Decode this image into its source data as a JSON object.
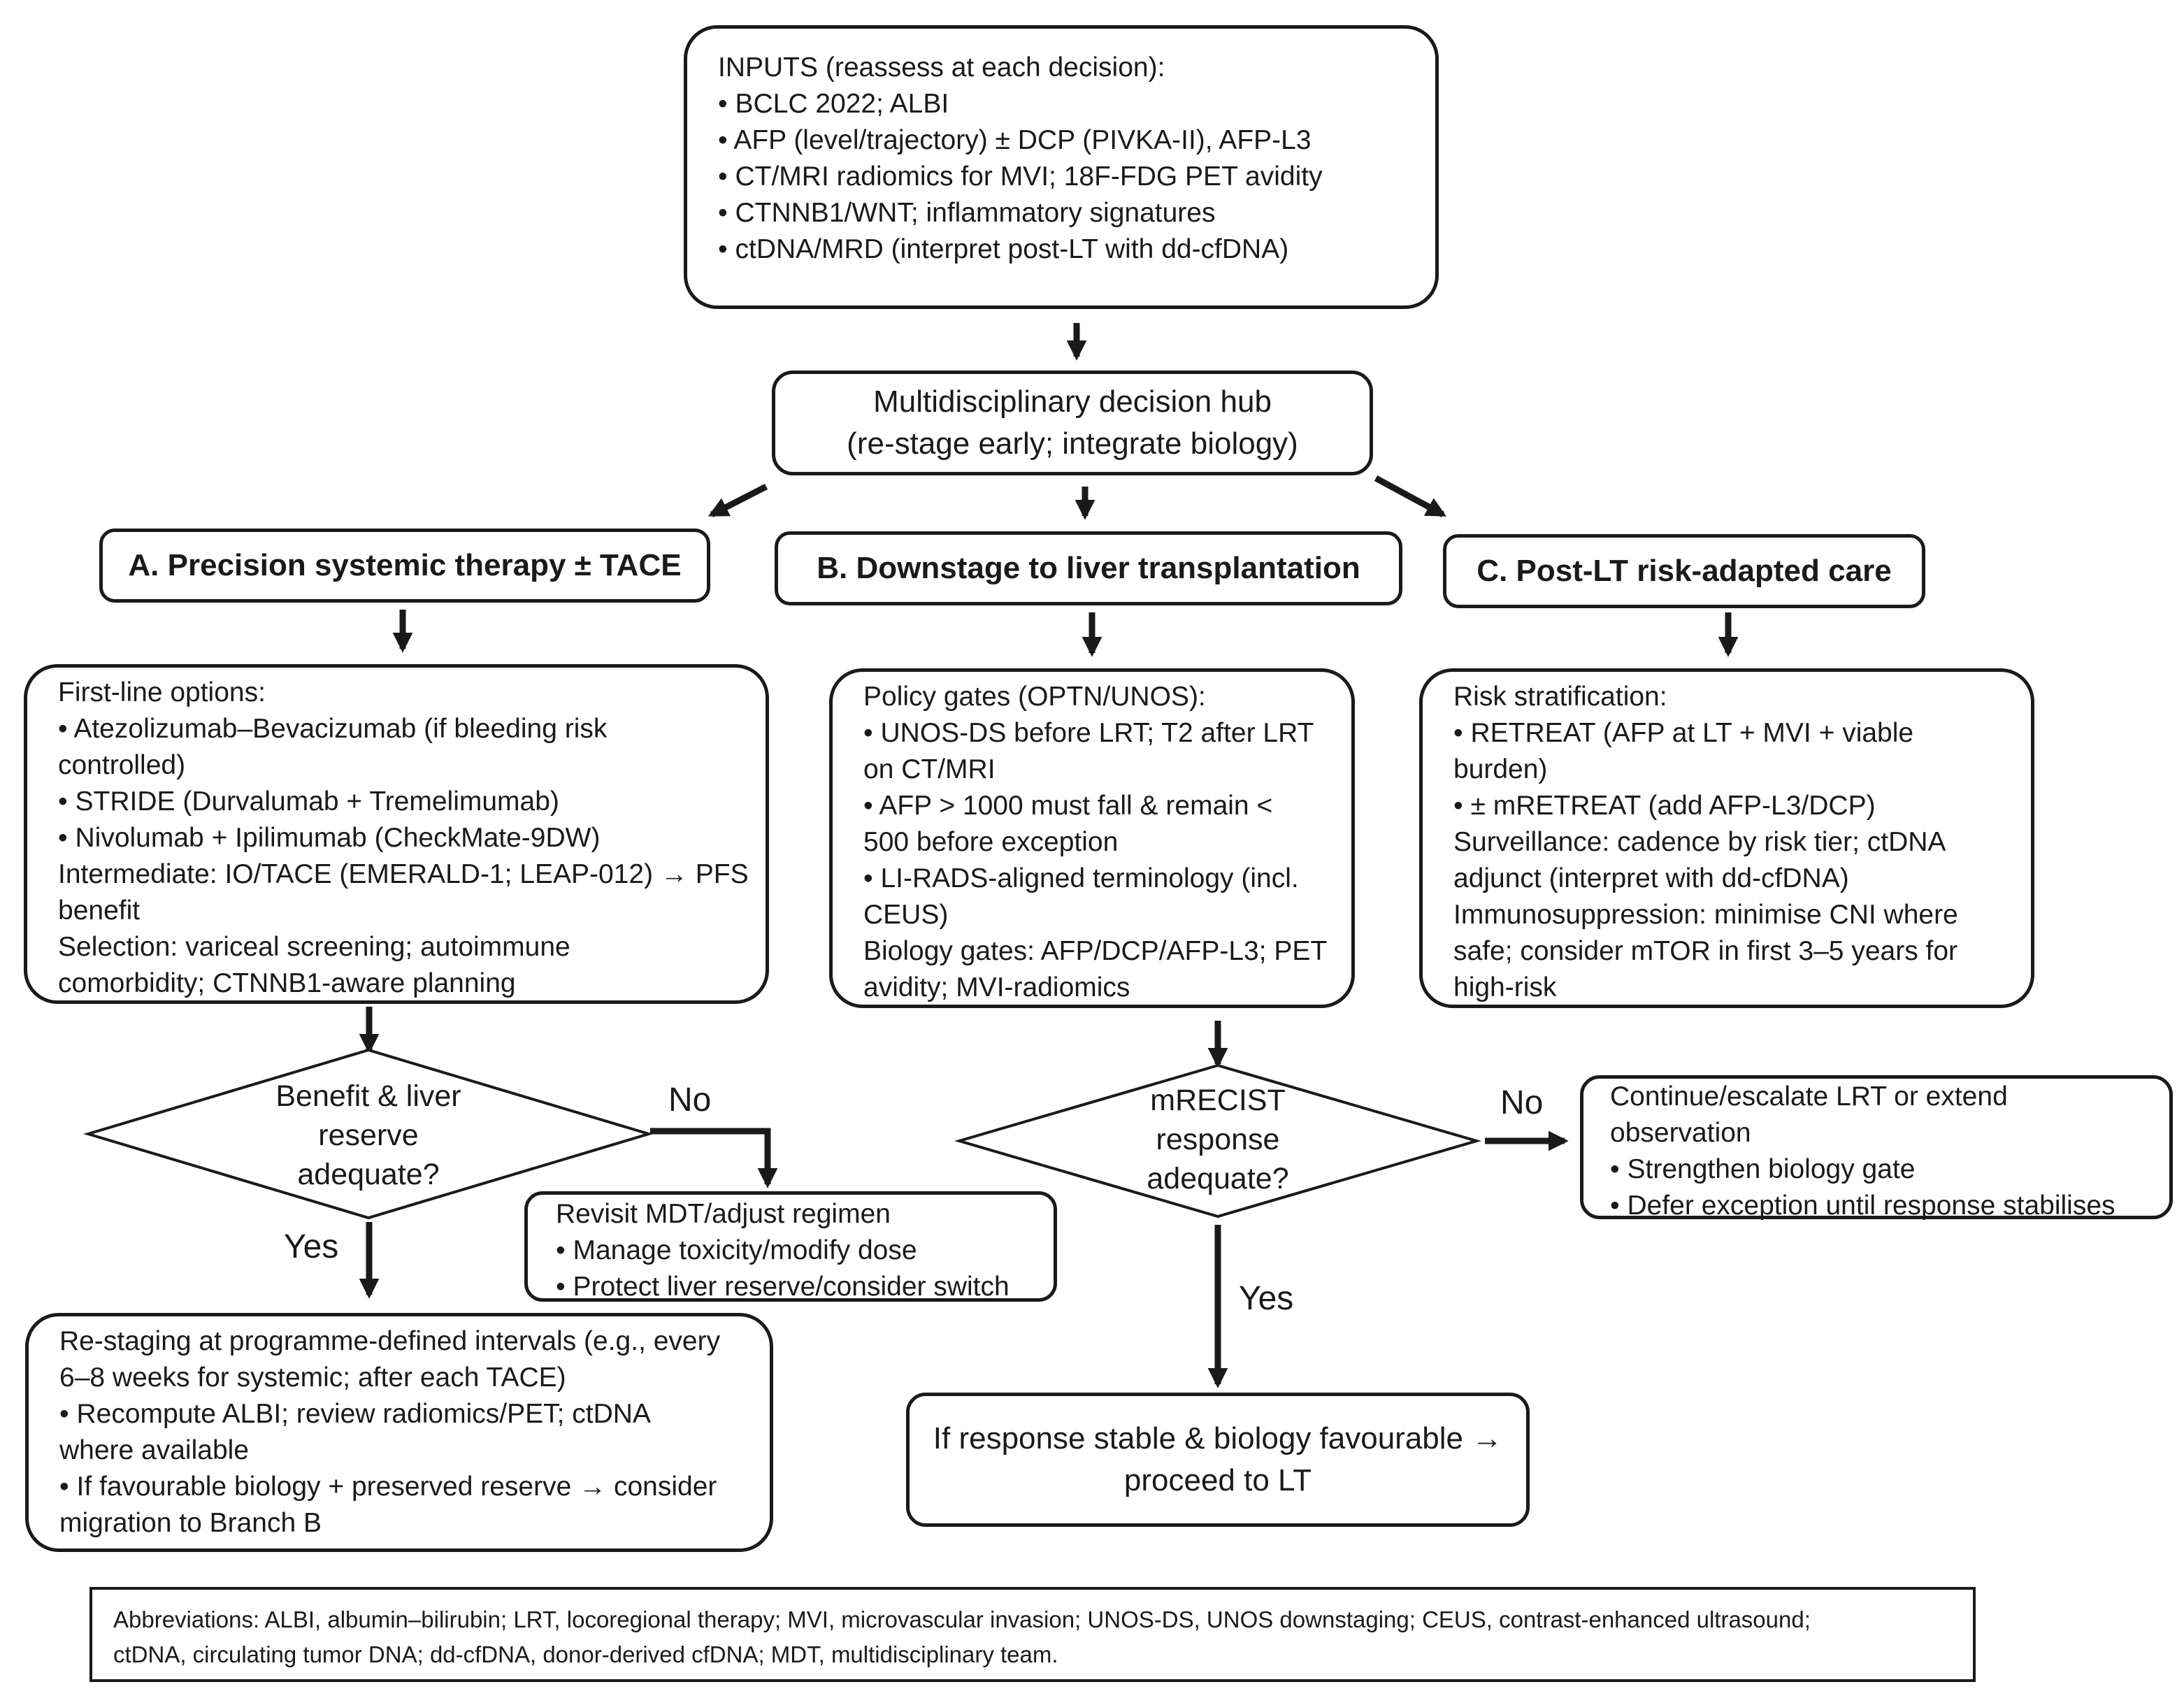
{
  "inputs": {
    "title": "INPUTS (reassess at each decision):",
    "items": [
      "• BCLC 2022; ALBI",
      "• AFP (level/trajectory) ± DCP (PIVKA-II), AFP-L3",
      "• CT/MRI radiomics for MVI; 18F-FDG PET avidity",
      "• CTNNB1/WNT; inflammatory signatures",
      "• ctDNA/MRD (interpret post-LT with dd-cfDNA)"
    ]
  },
  "hub": {
    "line1": "Multidisciplinary decision hub",
    "line2": "(re-stage early; integrate biology)"
  },
  "branches": {
    "a": "A. Precision systemic therapy ± TACE",
    "b": "B. Downstage to liver transplantation",
    "c": "C. Post-LT risk-adapted care"
  },
  "first_line": {
    "lines": [
      "First-line options:",
      "• Atezolizumab–Bevacizumab (if bleeding risk",
      "controlled)",
      "• STRIDE (Durvalumab + Tremelimumab)",
      "• Nivolumab + Ipilimumab (CheckMate-9DW)",
      "Intermediate: IO/TACE (EMERALD-1; LEAP-012) → PFS",
      "benefit",
      "Selection: variceal screening; autoimmune",
      "comorbidity; CTNNB1-aware planning"
    ]
  },
  "policy_gates": {
    "lines": [
      "Policy gates (OPTN/UNOS):",
      "• UNOS-DS before LRT; T2 after LRT",
      "on CT/MRI",
      "• AFP > 1000 must fall & remain <",
      "500 before exception",
      "• LI-RADS-aligned terminology (incl.",
      "CEUS)",
      "Biology gates: AFP/DCP/AFP-L3; PET",
      "avidity; MVI-radiomics"
    ]
  },
  "risk_strat": {
    "lines": [
      "Risk stratification:",
      "• RETREAT (AFP at LT + MVI + viable",
      "burden)",
      "• ± mRETREAT (add AFP-L3/DCP)",
      "Surveillance: cadence by risk tier; ctDNA",
      "adjunct (interpret with dd-cfDNA)",
      "Immunosuppression: minimise CNI where",
      "safe; consider mTOR in first 3–5 years for",
      "high-risk"
    ]
  },
  "decision_a": {
    "lines": [
      "Benefit & liver",
      "reserve",
      "adequate?"
    ]
  },
  "decision_b": {
    "lines": [
      "mRECIST",
      "response",
      "adequate?"
    ]
  },
  "labels": {
    "no_a": "No",
    "yes_a": "Yes",
    "no_b": "No",
    "yes_b": "Yes"
  },
  "revisit": {
    "lines": [
      "Revisit MDT/adjust regimen",
      "• Manage toxicity/modify dose",
      "• Protect liver reserve/consider switch"
    ]
  },
  "restaging": {
    "lines": [
      "Re-staging at programme-defined intervals (e.g., every",
      "6–8 weeks for systemic; after each TACE)",
      "• Recompute ALBI; review radiomics/PET; ctDNA",
      "where available",
      "• If favourable biology + preserved reserve → consider",
      "migration to Branch B"
    ]
  },
  "continue_lrt": {
    "lines": [
      "Continue/escalate LRT or extend",
      "observation",
      "• Strengthen biology gate",
      "• Defer exception until response stabilises"
    ]
  },
  "proceed": {
    "line1": "If response stable & biology favourable →",
    "line2": "proceed to LT"
  },
  "abbreviations": {
    "line1": "Abbreviations: ALBI, albumin–bilirubin; LRT, locoregional therapy; MVI, microvascular invasion; UNOS-DS, UNOS downstaging; CEUS, contrast-enhanced ultrasound;",
    "line2": "ctDNA, circulating tumor DNA; dd-cfDNA, donor-derived cfDNA; MDT, multidisciplinary team."
  }
}
